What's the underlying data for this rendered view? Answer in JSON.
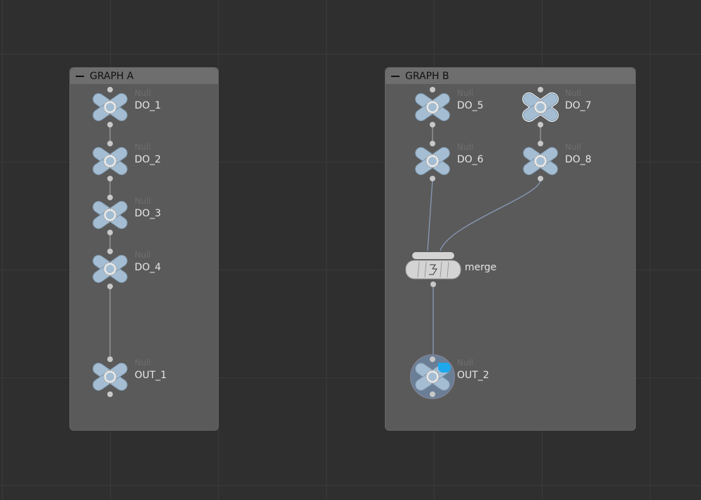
{
  "groups": [
    {
      "title": "GRAPH A"
    },
    {
      "title": "GRAPH B"
    }
  ],
  "nodes": [
    {
      "name": "DO_1",
      "type": "Null"
    },
    {
      "name": "DO_2",
      "type": "Null"
    },
    {
      "name": "DO_3",
      "type": "Null"
    },
    {
      "name": "DO_4",
      "type": "Null"
    },
    {
      "name": "OUT_1",
      "type": "Null"
    },
    {
      "name": "DO_5",
      "type": "Null"
    },
    {
      "name": "DO_7",
      "type": "Null"
    },
    {
      "name": "DO_6",
      "type": "Null"
    },
    {
      "name": "DO_8",
      "type": "Null"
    },
    {
      "name": "merge",
      "type": ""
    },
    {
      "name": "OUT_2",
      "type": "Null"
    }
  ],
  "colors": {
    "node_fill": "#a4bdd2",
    "display_flag": "#1ea8ee",
    "wire": "#8a9ab8"
  }
}
